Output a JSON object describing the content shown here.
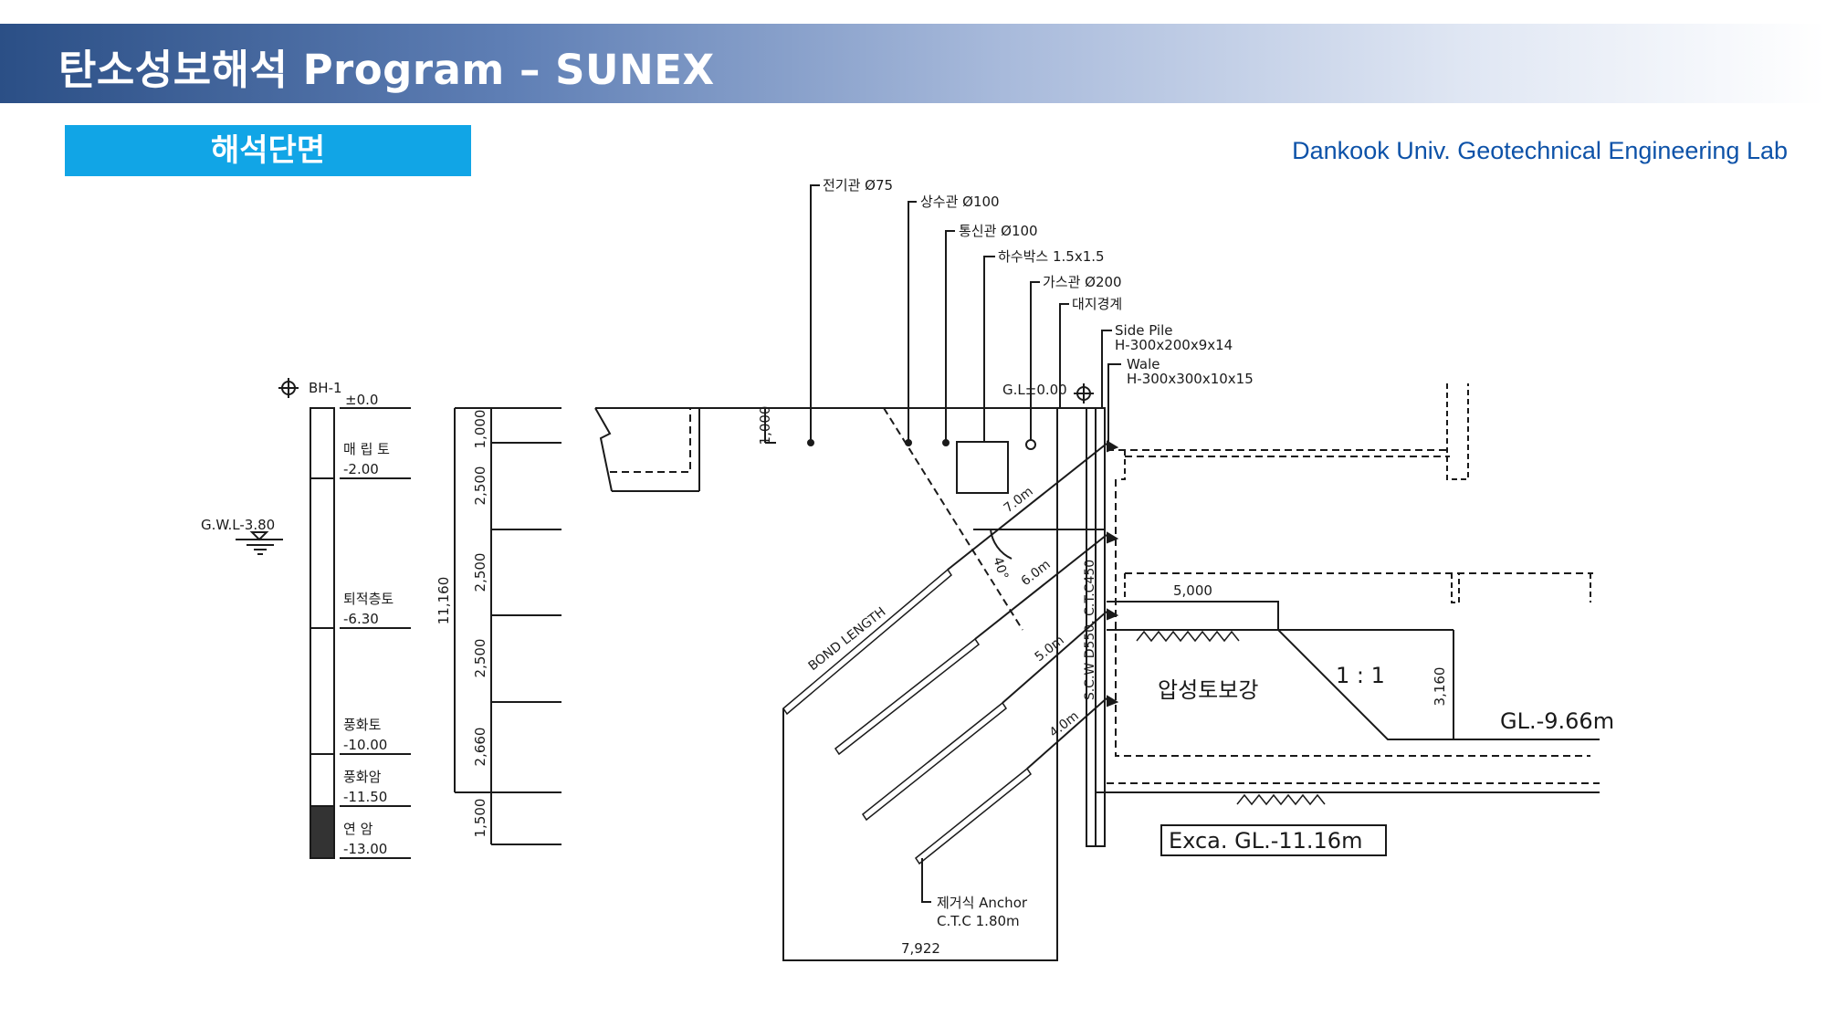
{
  "header": {
    "title": "탄소성보해석 Program – SUNEX",
    "section_label": "해석단면",
    "lab_name": "Dankook Univ. Geotechnical Engineering Lab"
  },
  "borehole": {
    "name": "BH-1",
    "top_level": "±0.0",
    "gwl": "G.W.L-3.80",
    "layers": [
      {
        "name": "매 립 토",
        "depth": "-2.00"
      },
      {
        "name": "퇴적층토",
        "depth": "-6.30"
      },
      {
        "name": "풍화토",
        "depth": "-10.00"
      },
      {
        "name": "풍화암",
        "depth": "-11.50"
      },
      {
        "name": "연   암",
        "depth": "-13.00"
      }
    ]
  },
  "dimensions": {
    "segments": [
      "1,000",
      "2,500",
      "2,500",
      "2,500",
      "2,660",
      "1,500"
    ],
    "total": "11,160",
    "top_offset": "1,000",
    "bottom_width": "7,922",
    "berm_width": "5,000",
    "berm_height": "3,160"
  },
  "utilities": [
    "전기관 Ø75",
    "상수관 Ø100",
    "통신관 Ø100",
    "하수박스 1.5x1.5",
    "가스관 Ø200",
    "대지경계"
  ],
  "structure": {
    "side_pile_title": "Side Pile",
    "side_pile_spec": "H-300x200x9x14",
    "wale_title": "Wale",
    "wale_spec": "H-300x300x10x15",
    "gl_label": "G.L±0.00",
    "scw_label": "S.C.W D550, C.T.C450",
    "bond_length": "BOND LENGTH",
    "angle": "40°",
    "anchor_lengths": [
      "7.0m",
      "6.0m",
      "5.0m",
      "4.0m"
    ],
    "anchor_type": "제거식 Anchor",
    "anchor_ctc": "C.T.C 1.80m",
    "berm_name": "압성토보강",
    "slope": "1 : 1",
    "gl_berm": "GL.-9.66m",
    "exca_gl": "Exca. GL.-11.16m"
  }
}
